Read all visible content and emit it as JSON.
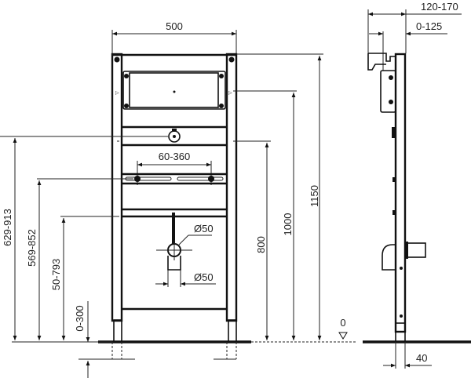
{
  "drawing": {
    "front_view": {
      "width_label": "500",
      "pipe_spacing_label": "60-360",
      "inlet_diameter_label": "Ø50",
      "outlet_diameter_label": "Ø50",
      "heights": {
        "h1150": "1150",
        "h1000": "1000",
        "h800": "800",
        "floor_zero": "0"
      },
      "left_dimensions": {
        "d1": "629-913",
        "d2": "569-852",
        "d3": "50-793",
        "d4": "0-300"
      }
    },
    "side_view": {
      "depth_total_label": "120-170",
      "depth_adjust_label": "0-125",
      "frame_depth_label": "40"
    },
    "colors": {
      "line": "#111111",
      "background": "#ffffff"
    }
  }
}
